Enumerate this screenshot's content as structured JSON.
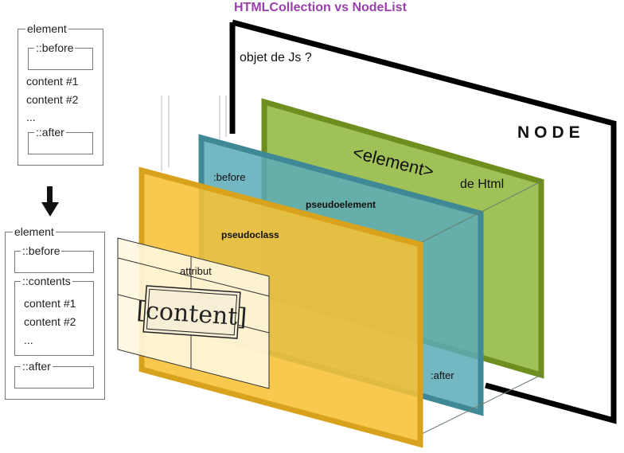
{
  "title": "HTMLCollection vs NodeList",
  "question": "objet de Js ?",
  "node_label": "NODE",
  "element_tag": "<element>",
  "element_suffix": "de Html",
  "before_label": ":before",
  "after_label": ":after",
  "pseudoelement_label": "pseudoelement",
  "pseudoclass_label": "pseudoclass",
  "attribut_label": "attribut",
  "content_label": "[content]",
  "tree_top": {
    "element": "element",
    "before": "::before",
    "items": [
      "content #1",
      "content #2",
      "..."
    ],
    "after": "::after"
  },
  "tree_bottom": {
    "element": "element",
    "before": "::before",
    "contents": "::contents",
    "items": [
      "content #1",
      "content #2",
      "..."
    ],
    "after": "::after"
  },
  "colors": {
    "title": "#9b3fae",
    "green_layer": "#8fb63a",
    "green_border": "#6e8f1f",
    "teal_layer": "#5aaab8",
    "teal_border": "#3f8896",
    "yellow_layer": "#f7c136",
    "yellow_border": "#d9a21d",
    "arrow": "#111111"
  }
}
